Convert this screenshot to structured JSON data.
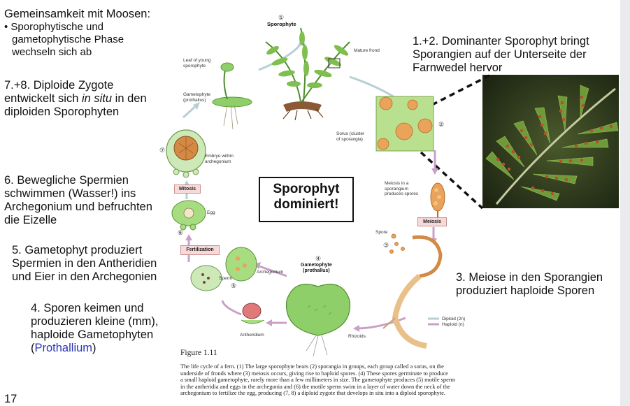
{
  "left_notes": {
    "heading": "Gemeinsamkeit mit Moosen:",
    "bullet_lines": [
      "• Sporophytische und",
      "gametophytische Phase",
      "wechseln sich ab"
    ],
    "note78_lines": [
      "7.+8. Diploide Zygote",
      "entwickelt sich",
      "in situ",
      "in den",
      "diploiden Sporophyten"
    ],
    "note6_lines": [
      "6. Bewegliche Spermien",
      "schwimmen (Wasser!) ins",
      "Archegonium und befruchten",
      "die Eizelle"
    ],
    "note5_lines": [
      "5. Gametophyt produziert",
      "Spermien in den Antheridien",
      "und Eier in den Archegonien"
    ],
    "note4_lines": [
      "4. Sporen keimen und",
      "produzieren kleine (mm),",
      "haploide Gametophyten",
      "(",
      "Prothallium",
      ")"
    ]
  },
  "right_notes": {
    "note12_lines": [
      "1.+2. Dominanter Sporophyt bringt",
      "Sporangien auf der Unterseite der",
      "Farnwedel hervor"
    ],
    "note3_lines": [
      "3. Meiose in den Sporangien",
      "produziert haploide Sporen"
    ]
  },
  "center_box": [
    "Sporophyt",
    "dominiert!"
  ],
  "page_number": "17",
  "diagram_labels": {
    "n1": "①",
    "sporophyte": "Sporophyte",
    "mature_frond": "Mature frond",
    "leaf_young": [
      "Leaf of young",
      "sporophyte"
    ],
    "gametophyte_prothallus": [
      "Gametophyte",
      "(prothallus)"
    ],
    "n2": "②",
    "sorus": [
      "Sorus (cluster",
      "of sporangia)"
    ],
    "meiosis_sporangium": [
      "Meiosis in a",
      "sporangium",
      "produces spores"
    ],
    "meiosis_tag": "Meiosis",
    "spore": "Spore",
    "n3": "③",
    "n7": "⑦",
    "embryo": [
      "Embryo within",
      "archegonium"
    ],
    "mitosis_tag": "Mitosis",
    "egg": "Egg",
    "n6": "⑥",
    "fertilization_tag": "Fertilization",
    "archegonium": "Archegonium",
    "sperm": "Sperm",
    "n5": "⑤",
    "n4": "④",
    "gametophyte_center": [
      "Gametophyte",
      "(prothallus)"
    ],
    "antheridium": "Antheridium",
    "rhizoids": "Rhizoids",
    "legend_diploid": "Diploid (2n)",
    "legend_haploid": "Haploid (n)"
  },
  "figure_title": "Figure 1.11",
  "caption_lines": [
    "The life cycle of a fern. (1) The large sporophyte bears (2) sporangia in groups, each group called a sorus, on the",
    "underside of fronds where (3) meiosis occurs, giving rise to haploid spores. (4) These spores germinate to produce",
    "a small haploid gametophyte, rarely more than a few millimeters in size. The gametophyte produces (5) motile sperm",
    "in the antheridia and eggs in the archegonia and (6) the motile sperm swim in a layer of water down the neck of the",
    "archegonium to fertilize the egg, producing (7, 8) a diploid zygote that develops in situ into a diploid sporophyte."
  ],
  "colors": {
    "diploid_arrow": "#b7cfd4",
    "haploid_arrow": "#c9a0c7",
    "plant_green": "#8fcf6a",
    "sporangium": "#e9a35a"
  }
}
